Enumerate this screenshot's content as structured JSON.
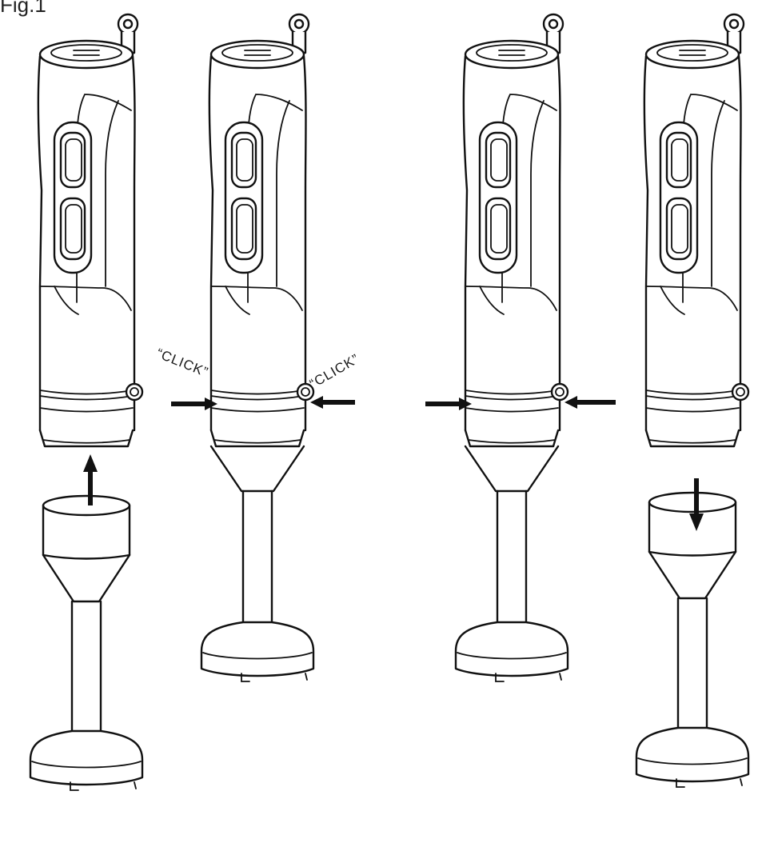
{
  "figure": {
    "label": "Fig.1",
    "click_left": "“CLICK”",
    "click_right": "“CLICK”"
  }
}
